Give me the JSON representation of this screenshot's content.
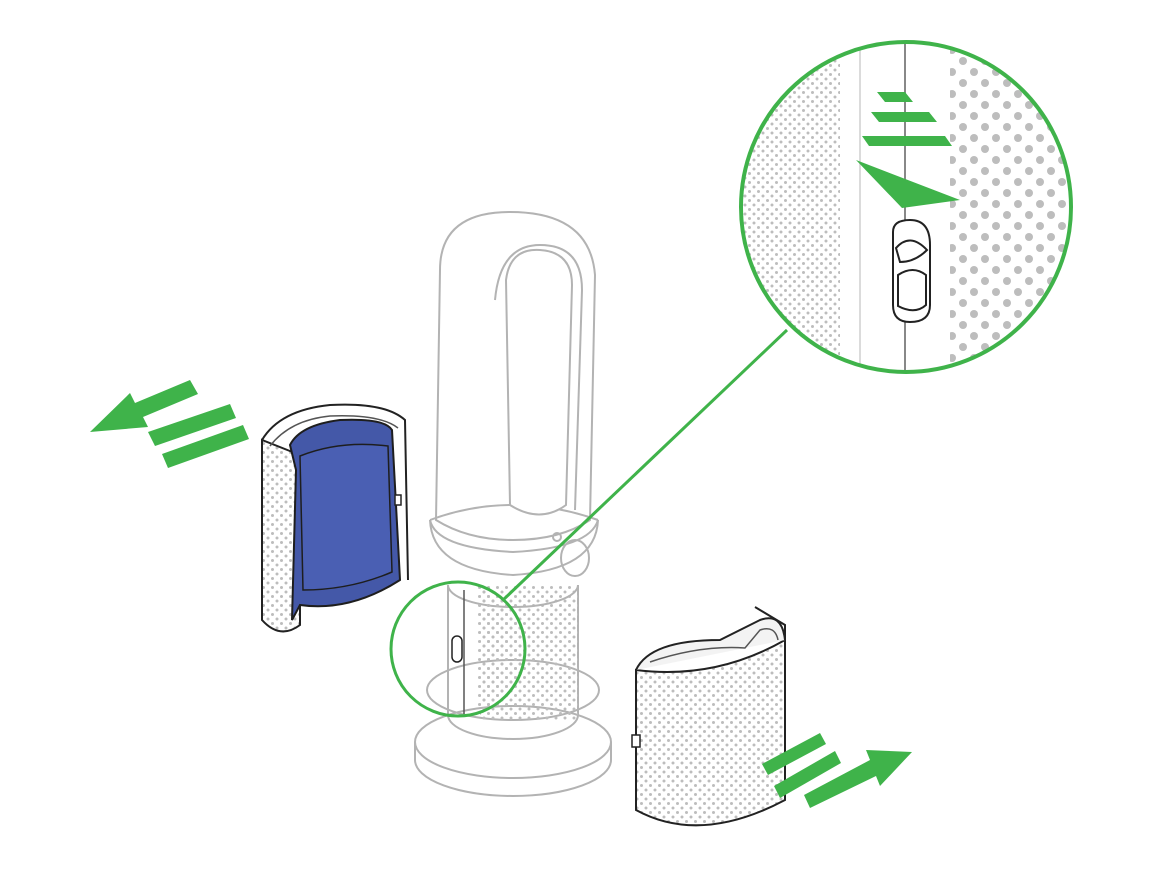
{
  "diagram": {
    "kind": "instructional-illustration",
    "subject": "fan-purifier-filter-removal",
    "colors": {
      "background": "#ffffff",
      "outline": "#1e1e1e",
      "device_outline": "#b3b3b3",
      "highlight": "#3fb34a",
      "inner_filter": "#4458a8",
      "perforation": "#bdbdbd"
    },
    "parts": [
      {
        "id": "device-body",
        "icon": "fan-purifier-tower-icon"
      },
      {
        "id": "rear-filter-shell",
        "icon": "filter-half-shell-icon"
      },
      {
        "id": "front-filter-shell",
        "icon": "filter-half-shell-icon"
      },
      {
        "id": "release-button-callout",
        "icon": "magnifier-callout-icon"
      }
    ],
    "arrows": [
      {
        "id": "remove-rear-filter",
        "direction": "up-left"
      },
      {
        "id": "remove-front-filter",
        "direction": "down-right"
      },
      {
        "id": "press-release-button",
        "direction": "down"
      }
    ]
  }
}
